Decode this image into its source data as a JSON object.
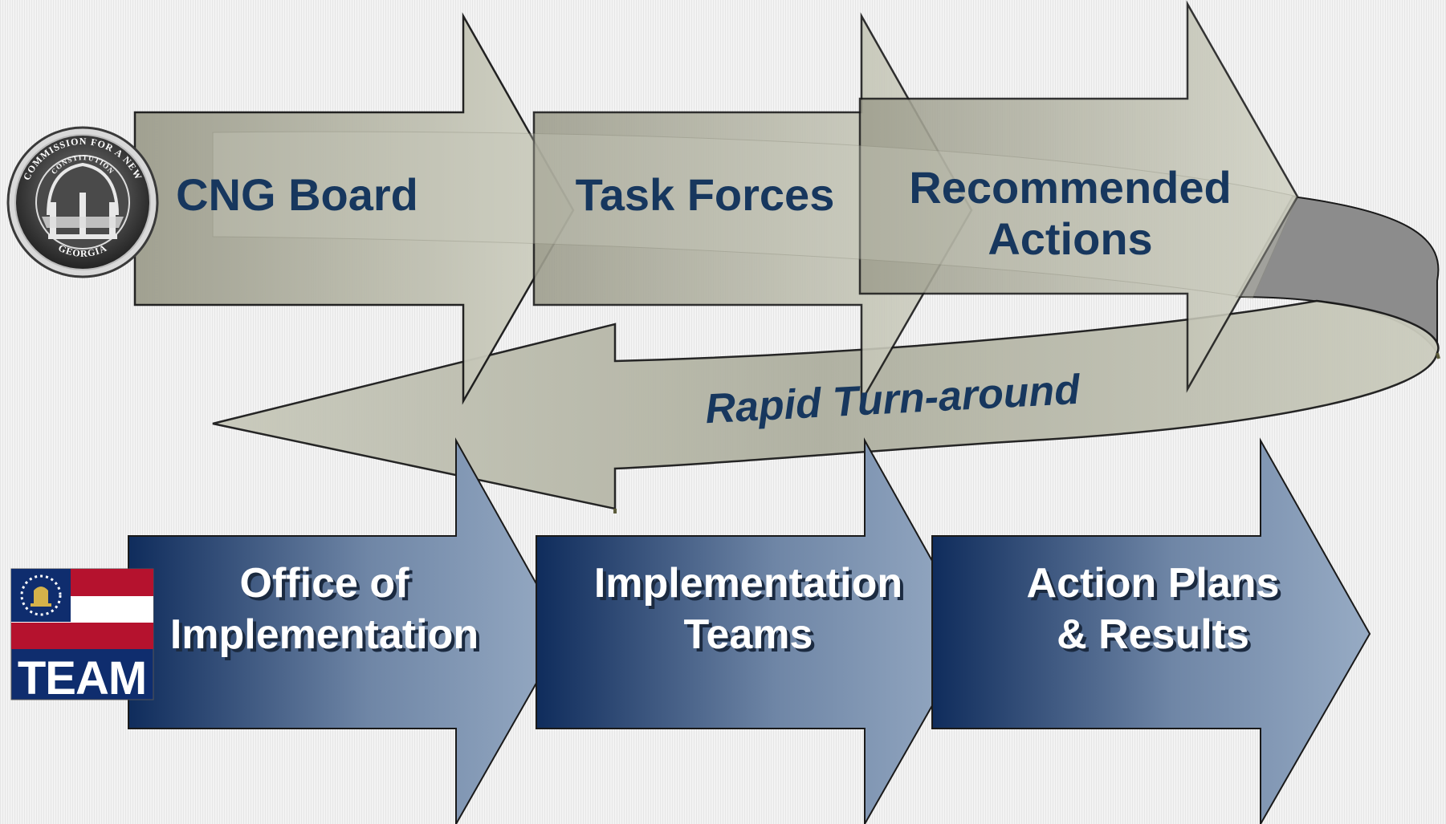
{
  "top_row": [
    {
      "label_lines": [
        "CNG Board"
      ]
    },
    {
      "label_lines": [
        "Task Forces"
      ]
    },
    {
      "label_lines": [
        "Recommended",
        "Actions"
      ]
    }
  ],
  "loop": {
    "label": "Rapid Turn-around"
  },
  "bottom_row": [
    {
      "label_lines": [
        "Office of",
        "Implementation"
      ]
    },
    {
      "label_lines": [
        "Implementation",
        "Teams"
      ]
    },
    {
      "label_lines": [
        "Action Plans",
        "& Results"
      ]
    }
  ],
  "seal": {
    "top_text": "COMMISSION FOR A NEW",
    "bottom_text": "GEORGIA",
    "inner_text": "CONSTITUTION",
    "icon": "georgia-arch-seal-icon"
  },
  "team_logo": {
    "label": "TEAM",
    "icon": "georgia-flag-icon",
    "colors": {
      "red": "#b5122e",
      "blue": "#0f2d6e",
      "white": "#ffffff"
    }
  },
  "colors": {
    "top_arrow_light": "#cfd0c2",
    "top_arrow_dark": "#9e9e8e",
    "bottom_arrow_dark": "#0f2c5c",
    "bottom_arrow_light": "#93a8c2",
    "label_navy": "#17375e"
  }
}
